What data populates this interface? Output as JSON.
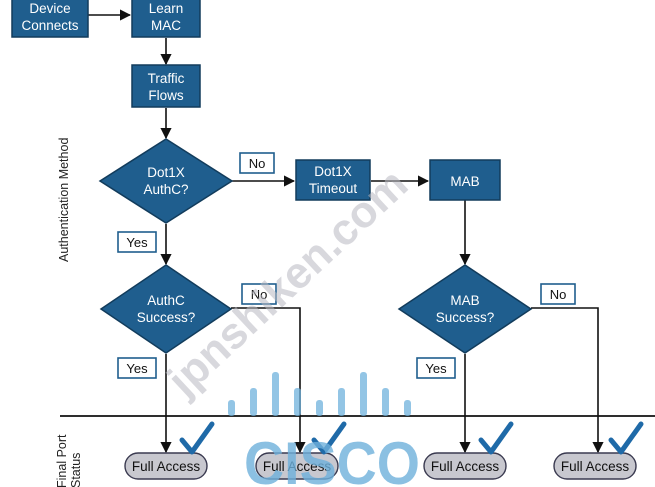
{
  "nodes": {
    "device_connects": [
      "Device",
      "Connects"
    ],
    "learn_mac": [
      "Learn",
      "MAC"
    ],
    "traffic_flows": [
      "Traffic",
      "Flows"
    ],
    "dot1x_authc": [
      "Dot1X",
      "AuthC?"
    ],
    "dot1x_timeout": [
      "Dot1X",
      "Timeout"
    ],
    "mab": "MAB",
    "authc_success": [
      "AuthC",
      "Success?"
    ],
    "mab_success": [
      "MAB",
      "Success?"
    ]
  },
  "edge_labels": {
    "no_dot1x": "No",
    "yes_dot1x": "Yes",
    "no_authc": "No",
    "yes_authc": "Yes",
    "no_mab": "No",
    "yes_mab": "Yes"
  },
  "results": [
    "Full Access",
    "Full Access",
    "Full Access",
    "Full Access"
  ],
  "side_labels": {
    "auth_method": "Authentication Method",
    "final_port_status": [
      "Final Port",
      "Status"
    ]
  },
  "watermark": {
    "site": "jpnshiken.com",
    "logo": "CISCO"
  },
  "colors": {
    "box_fill": "#1f5e8e",
    "check": "#1f6aa8",
    "oval_fill": "#c8c8cf"
  }
}
